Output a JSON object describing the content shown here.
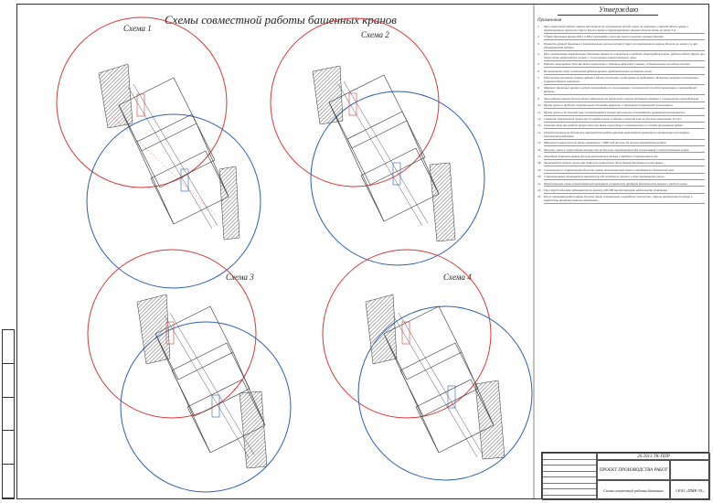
{
  "header": {
    "title": "Схемы совместной работы башенных кранов",
    "approve": "Утверждаю"
  },
  "schemes": [
    {
      "label": "Схема 1"
    },
    {
      "label": "Схема 2"
    },
    {
      "label": "Схема 3"
    },
    {
      "label": "Схема 4"
    }
  ],
  "colors": {
    "crane1_zone": "#d43a3a",
    "crane2_zone": "#2f5fa8",
    "building": "#333333",
    "hatch": "#888888"
  },
  "notes": {
    "title": "Примечания",
    "items": [
      {
        "num": "1.",
        "text": "При совместной работе кранов расстояние по горизонтали между ними, их стрелами, стрелой одного крана и перемещаемым грузом на стреле другого крана и перемещаемыми грузами должно быть не менее 5 м."
      },
      {
        "num": "2.",
        "text": "Сборку башенных кранов КБ-1 и КБ-2 выполнять в режиме малого вылета в разных башнях."
      },
      {
        "num": "3.",
        "text": "Разность уровней башенных (горизонтальное расположение) стрел или противовесов кранов должна не менее 2 м при одновременной работе."
      },
      {
        "num": "4.",
        "text": "При совмещенных вертикальных башенных кранов не очищаться в пределах общей рабочей зоны; работа одной стрелы при пересечении разрешается только с согласования ответственного лица."
      },
      {
        "num": "5.",
        "text": "Рабочие зоны кранов должны быть ограничены с помощью флажков и знаков, установленных на видных местах."
      },
      {
        "num": "6.",
        "text": "Использовать схему совместной работы кранов, представленную на данном листе."
      },
      {
        "num": "7.",
        "text": "Обеспечить рисование стрелы кранов в одном положении, когда краны не работают. Ветровые нагрузки согласованы с сопровождением монтажа."
      },
      {
        "num": "8.",
        "text": "Монтаж башенных кранов следует производить по согласованию с технической службой организации, производящей работы."
      },
      {
        "num": "9.",
        "text": "Зона работы кранов должна быть обозначена на местности хорошо видимыми знаками и сигнальными ограждениями."
      },
      {
        "num": "10.",
        "text": "Прием грузов в пределах строительной площадки разрешен с применением временной сигнализации."
      },
      {
        "num": "11.",
        "text": "Прием грузов в не опасной зоне осуществляется только при наличии постоянной и временной освещенности."
      },
      {
        "num": "12.",
        "text": "Скорость перемещения грузов при их приближении к зданию в опасной зоне не должна превышать 0,5 м/с."
      },
      {
        "num": "13.",
        "text": "Опасные зоны при работе кранов должны быть ограждены в соответствии со схемой организации работ."
      },
      {
        "num": "14.",
        "text": "Ответственным за безопасное производство работ кранами назначается приказом по организации инженерно-технический работник."
      },
      {
        "num": "15.",
        "text": "Машинист крана должен быть ознакомлен с ППР под роспись до начала производства работ."
      },
      {
        "num": "16.",
        "text": "Флажки, знаки и ограждения опасных зон не должны перемещаться без согласования с ответственным лицом."
      },
      {
        "num": "17.",
        "text": "Отводная стрелами кранов должна выполняться только в пределах установленных зон."
      },
      {
        "num": "18.",
        "text": "Запрещается подъем грузов при скорости ветра более допустимой для данного типа крана."
      },
      {
        "num": "19.",
        "text": "Сигнальщики и стропальщики должны иметь отличительные знаки и находиться в безопасной зоне."
      },
      {
        "num": "20.",
        "text": "Стропальщикам запрещается находиться под поднятым грузом и в зоне перемещения груза."
      },
      {
        "num": "21.",
        "text": "Перед началом смены ответственный проверяет исправность приборов безопасности кранов и средств связи."
      },
      {
        "num": "22.",
        "text": "Груз перед подъемом поднимается на высоту 200-300 мм для проверки надежности строповки."
      },
      {
        "num": "23.",
        "text": "После окончания работ краны должны быть установлены в нерабочее положение, стрелы развернуты по ветру и закреплены противоугонными захватами."
      }
    ]
  },
  "stamp": {
    "code": "20.2013 ТК-ППР",
    "project_title": "ПРОЕКТ ПРОИЗВОДСТВА РАБОТ",
    "sheet_title": "Схемы совместной работы башенных кранов",
    "organization": "ООО «ПМК-35»"
  }
}
